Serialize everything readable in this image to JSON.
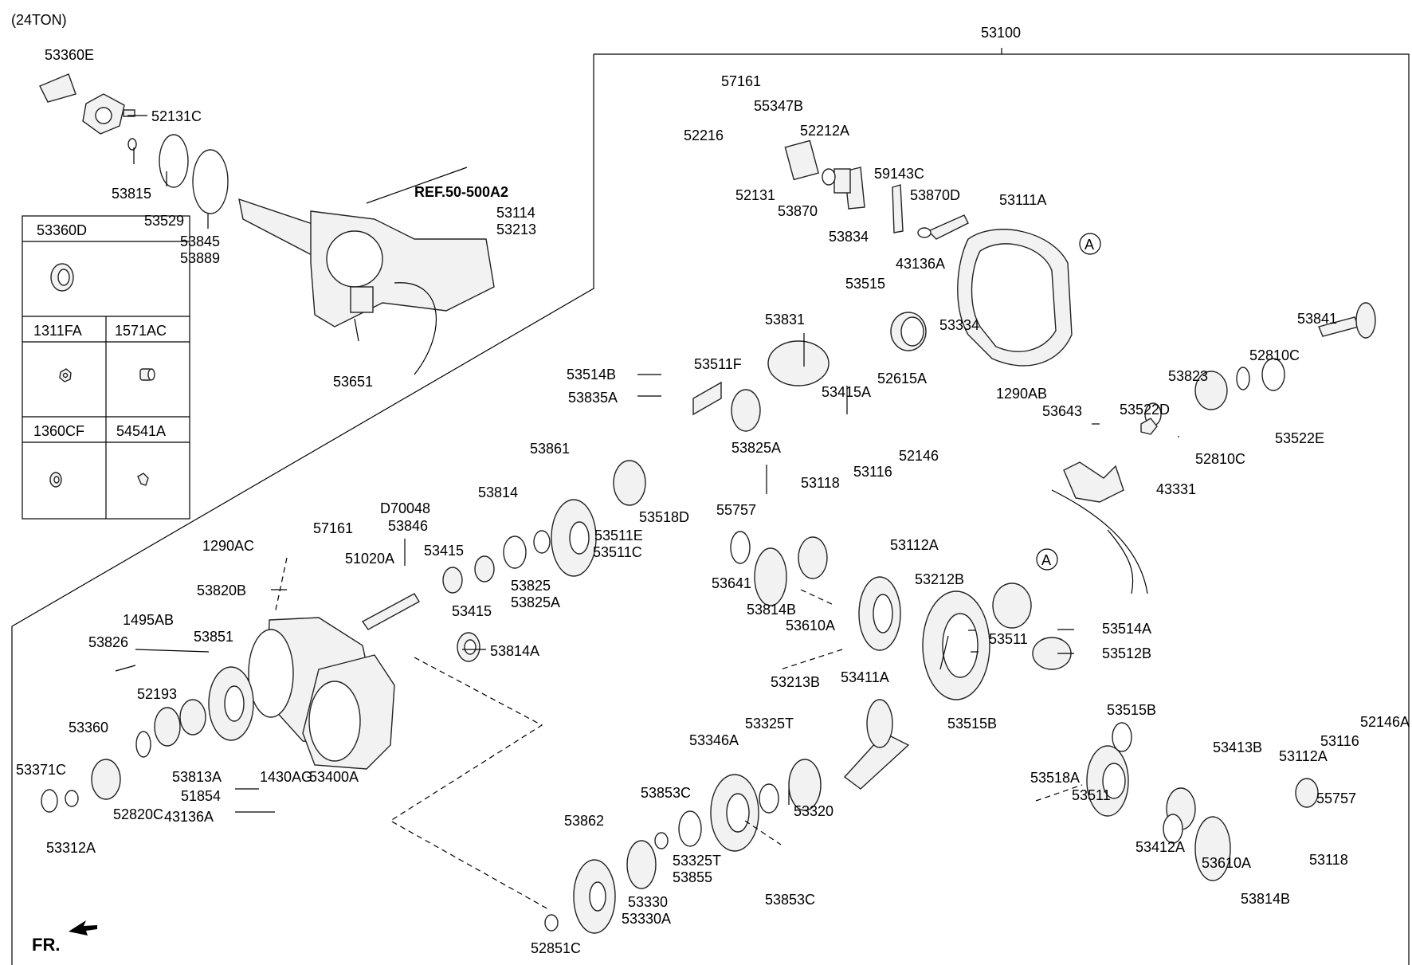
{
  "header": {
    "variant": "(24TON)",
    "assembly": "53100"
  },
  "ref_note": "REF.50-500A2",
  "footer": {
    "front": "FR."
  },
  "legend": {
    "cells": [
      {
        "code": "53360D",
        "icon": "seal-ring-icon"
      },
      {
        "code": "1311FA",
        "icon": "nut-icon"
      },
      {
        "code": "1571AC",
        "icon": "plug-icon"
      },
      {
        "code": "1360CF",
        "icon": "washer-icon"
      },
      {
        "code": "54541A",
        "icon": "fitting-icon"
      }
    ]
  },
  "labels": {
    "l1": "53360E",
    "l2": "52131C",
    "l3": "53815",
    "l4": "53529",
    "l5": "53845",
    "l6": "53889",
    "l7": "53114",
    "l8": "53213",
    "l9": "53651",
    "l10": "57161",
    "l11": "55347B",
    "l12": "52216",
    "l13": "52212A",
    "l14": "52131",
    "l15": "53870",
    "l16": "59143C",
    "l17": "53870D",
    "l18": "53834",
    "l19": "53111A",
    "l20": "43136A",
    "l21": "53515",
    "l22": "53334",
    "l23": "53831",
    "l24": "53415A",
    "l25": "52615A",
    "l26": "53841",
    "l27": "52810C",
    "l28": "53823",
    "l29": "1290AB",
    "l30": "53643",
    "l31": "53522D",
    "l32": "53522E",
    "l33": "52810C",
    "l34": "43331",
    "l35": "53514B",
    "l36": "53511F",
    "l37": "53835A",
    "l38": "53825A",
    "l39": "53861",
    "l40": "53814",
    "l41": "53511E",
    "l42": "53511C",
    "l43": "53518D",
    "l44": "52146",
    "l45": "53116",
    "l46": "53118",
    "l47": "55757",
    "l48": "53112A",
    "l49": "D70048",
    "l50": "53846",
    "l51": "57161",
    "l52": "1290AC",
    "l53": "51020A",
    "l54": "53415",
    "l55": "53415",
    "l56": "53825",
    "l57": "53825A",
    "l58": "53641",
    "l59": "53814B",
    "l60": "53610A",
    "l61": "53212B",
    "l62": "53820B",
    "l63": "1495AB",
    "l64": "53826",
    "l65": "53851",
    "l66": "53814A",
    "l67": "53213B",
    "l68": "53411A",
    "l69": "53511",
    "l70": "53514A",
    "l71": "53512B",
    "l72": "53515B",
    "l73": "53515B",
    "l74": "52193",
    "l75": "53360",
    "l76": "53813A",
    "l77": "1430AG",
    "l78": "53400A",
    "l79": "53371C",
    "l80": "52820C",
    "l81": "51854",
    "l82": "43136A",
    "l83": "53312A",
    "l84": "53325T",
    "l85": "53346A",
    "l86": "53320",
    "l87": "53518A",
    "l88": "53511",
    "l89": "52146A",
    "l90": "53116",
    "l91": "53413B",
    "l92": "53112A",
    "l93": "55757",
    "l94": "53853C",
    "l95": "53862",
    "l96": "53325T",
    "l97": "53855",
    "l98": "53330",
    "l99": "53330A",
    "l100": "53853C",
    "l101": "53412A",
    "l102": "53610A",
    "l103": "53118",
    "l104": "53814B",
    "l105": "52851C",
    "ref_a1": "A",
    "ref_a2": "A"
  }
}
